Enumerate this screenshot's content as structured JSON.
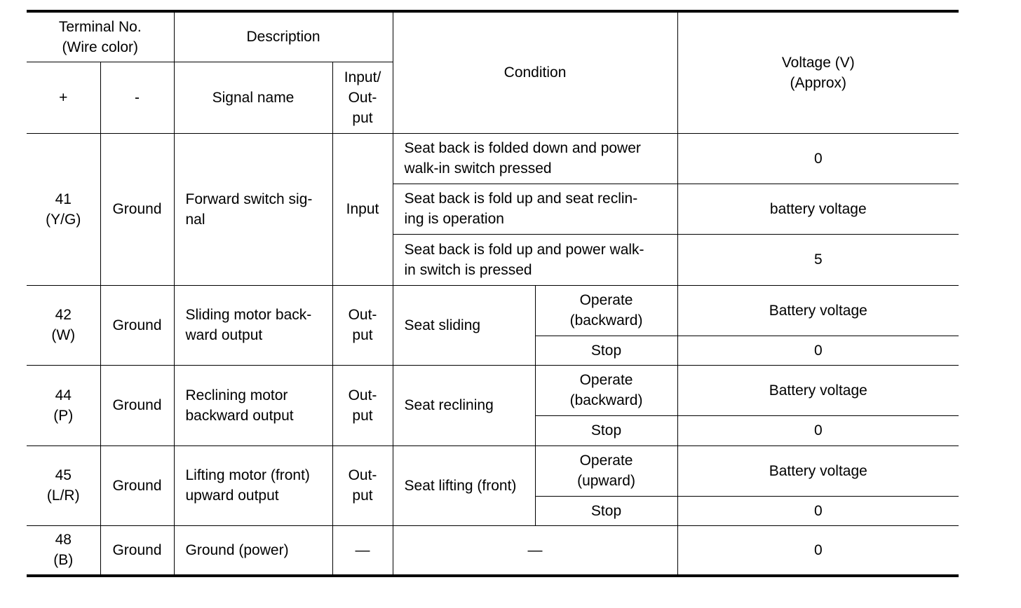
{
  "headers": {
    "terminal_no": "Terminal No.\n(Wire color)",
    "description": "Description",
    "condition": "Condition",
    "voltage": "Voltage (V)\n(Approx)",
    "plus": "+",
    "minus": "-",
    "signal_name": "Signal name",
    "input_output": "Input/\nOut-\nput"
  },
  "rows": [
    {
      "terminal": "41\n(Y/G)",
      "ground": "Ground",
      "signal": "Forward switch sig-\nnal",
      "io": "Input",
      "conditions": [
        {
          "text": "Seat back is folded down and power\nwalk-in switch pressed",
          "voltage": "0"
        },
        {
          "text": "Seat back is fold up and seat reclin-\ning is operation",
          "voltage": "battery voltage"
        },
        {
          "text": "Seat back is fold up and power walk-\nin switch is pressed",
          "voltage": "5"
        }
      ]
    },
    {
      "terminal": "42\n(W)",
      "ground": "Ground",
      "signal": "Sliding motor back-\nward output",
      "io": "Out-\nput",
      "condition": "Seat sliding",
      "states": [
        {
          "state": "Operate\n(backward)",
          "voltage": "Battery voltage"
        },
        {
          "state": "Stop",
          "voltage": "0"
        }
      ]
    },
    {
      "terminal": "44\n(P)",
      "ground": "Ground",
      "signal": "Reclining motor\nbackward output",
      "io": "Out-\nput",
      "condition": "Seat reclining",
      "states": [
        {
          "state": "Operate\n(backward)",
          "voltage": "Battery voltage"
        },
        {
          "state": "Stop",
          "voltage": "0"
        }
      ]
    },
    {
      "terminal": "45\n(L/R)",
      "ground": "Ground",
      "signal": "Lifting motor (front)\nupward output",
      "io": "Out-\nput",
      "condition": "Seat lifting (front)",
      "states": [
        {
          "state": "Operate\n(upward)",
          "voltage": "Battery voltage"
        },
        {
          "state": "Stop",
          "voltage": "0"
        }
      ]
    },
    {
      "terminal": "48\n(B)",
      "ground": "Ground",
      "signal": "Ground (power)",
      "io": "—",
      "condition": "—",
      "voltage": "0"
    }
  ]
}
